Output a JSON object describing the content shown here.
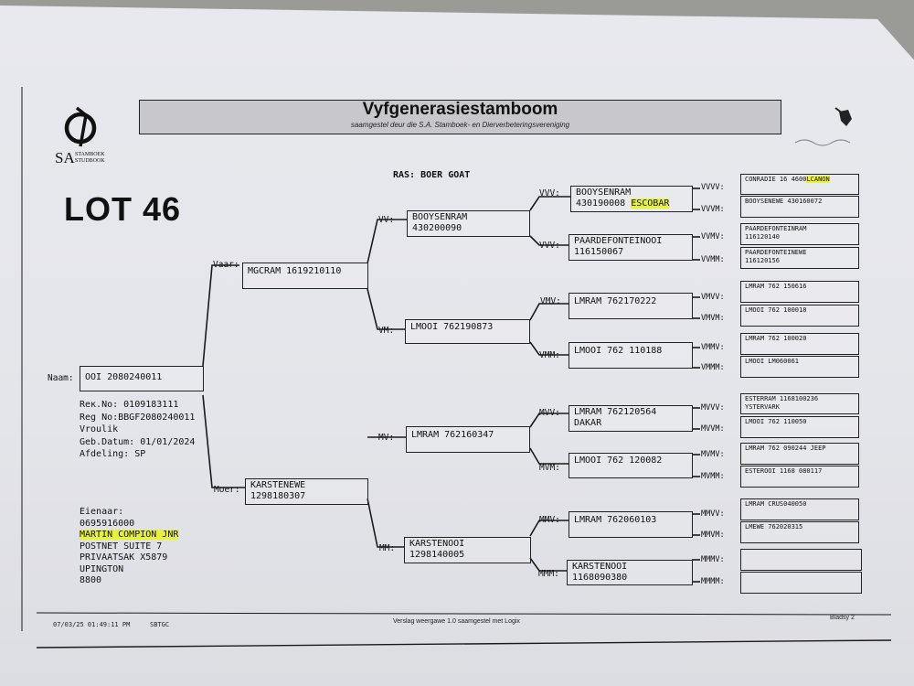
{
  "header": {
    "title": "Vyfgenerasiestamboom",
    "subtitle": "saamgestel deur die S.A. Stamboek- en Dierverbeteringsvereniging",
    "logo_text": "SA",
    "logo_small": "STAMBOEK STUDBOOK"
  },
  "lot": "LOT 46",
  "breed": "RAS: BOER GOAT",
  "animal": {
    "naam_label": "Naam:",
    "name": "OOI 2080240011",
    "details": [
      "Reк.No: 0109183111",
      "Reg No:BBGF2080240011",
      "Vroulik",
      "Geb.Datum: 01/01/2024",
      "Afdeling: SP"
    ]
  },
  "owner": {
    "label": "Eienaar:",
    "phone": "0695916000",
    "name": "MARTIN COMPION JNR",
    "address": [
      "POSTNET SUITE 7",
      "PRIVAATSAK X5879",
      "UPINGTON",
      "8800"
    ]
  },
  "g1": {
    "vaar": {
      "label": "Vaar:",
      "line1": "MGCRAM 1619210110",
      "line2": ""
    },
    "moer": {
      "label": "Moer:",
      "line1": "KARSTENEWE",
      "line2": "1298180307"
    }
  },
  "g2": {
    "vv": {
      "label": "VV:",
      "line1": "BOOYSENRAM",
      "line2": "430200090"
    },
    "vm": {
      "label": "VM:",
      "line1": "LMOOI 762190873",
      "line2": ""
    },
    "mv": {
      "label": "MV:",
      "line1": "LMRAM 762160347",
      "line2": ""
    },
    "mm": {
      "label": "MM:",
      "line1": "KARSTENOOI",
      "line2": "1298140005"
    }
  },
  "g3": {
    "vvv": {
      "label": "VVV:",
      "line1": "BOOYSENRAM",
      "line2a": "430190008",
      "line2b": "ESCOBAR"
    },
    "vvm": {
      "label": "VVV:",
      "line1": "PAARDEFONTEINOOI",
      "line2": "116150067"
    },
    "vmv": {
      "label": "VMV:",
      "line1": "LMRAM 762170222",
      "line2": ""
    },
    "vmm": {
      "label": "VMM:",
      "line1": "LMOOI 762 110188",
      "line2": ""
    },
    "mvv": {
      "label": "MVV:",
      "line1": "LMRAM 762120564",
      "line2": "DAKAR"
    },
    "mvm": {
      "label": "MVM:",
      "line1": "LMOOI 762 120082",
      "line2": ""
    },
    "mmv": {
      "label": "MMV:",
      "line1": "LMRAM 762060103",
      "line2": ""
    },
    "mmm": {
      "label": "MMM:",
      "line1": "KARSTENOOI",
      "line2": "1168090380"
    }
  },
  "g4": {
    "vvvv": {
      "label": "VVVV:",
      "line1a": "CONRADIE 16 4600",
      "line1b": "LCANON",
      "line2": ""
    },
    "vvvm": {
      "label": "VVVM:",
      "line1": "BOOYSENEWE 430160072",
      "line2": ""
    },
    "vvmv": {
      "label": "VVMV:",
      "line1": "PAARDEFONTEINRAM",
      "line2": "116120140"
    },
    "vvmm": {
      "label": "VVMM:",
      "line1": "PAARDEFONTEINEWE",
      "line2": "116120156"
    },
    "vmvv": {
      "label": "VMVV:",
      "line1": "LMRAM 762 150616",
      "line2": ""
    },
    "vmvm": {
      "label": "VMVM:",
      "line1": "LMOOI 762 100018",
      "line2": ""
    },
    "vmmv": {
      "label": "VMMV:",
      "line1": "LMRAM 762 100020",
      "line2": ""
    },
    "vmmm": {
      "label": "VMMM:",
      "line1": "LMOOI LM060061",
      "line2": ""
    },
    "mvvv": {
      "label": "MVVV:",
      "line1": "ESTERRAM 1168100236",
      "line2": "YSTERVARK"
    },
    "mvvm": {
      "label": "MVVM:",
      "line1": "LMOOI 762 110050",
      "line2": ""
    },
    "mvmv": {
      "label": "MVMV:",
      "line1": "LMRAM 762 090244 JEEP",
      "line2": ""
    },
    "mvmm": {
      "label": "MVMM:",
      "line1": "ESTEROOI 1168 080117",
      "line2": ""
    },
    "mmvv": {
      "label": "MMVV:",
      "line1": "LMRAM CRUS040050",
      "line2": ""
    },
    "mmvm": {
      "label": "MMVM:",
      "line1": "LMEWE 762020315",
      "line2": ""
    },
    "mmmv": {
      "label": "MMMV:",
      "line1": "",
      "line2": ""
    },
    "mmmm": {
      "label": "MMMM:",
      "line1": "",
      "line2": ""
    }
  },
  "footer": {
    "left": "07/03/25 01:49:11 PM",
    "code": "SBTGC",
    "center": "Verslag weergawe 1.0  saamgestel met Logix",
    "right": "Bladsy 2"
  },
  "colors": {
    "highlight": "#e9f23a",
    "ink": "#111111",
    "title_bar": "#c8c8cc"
  }
}
